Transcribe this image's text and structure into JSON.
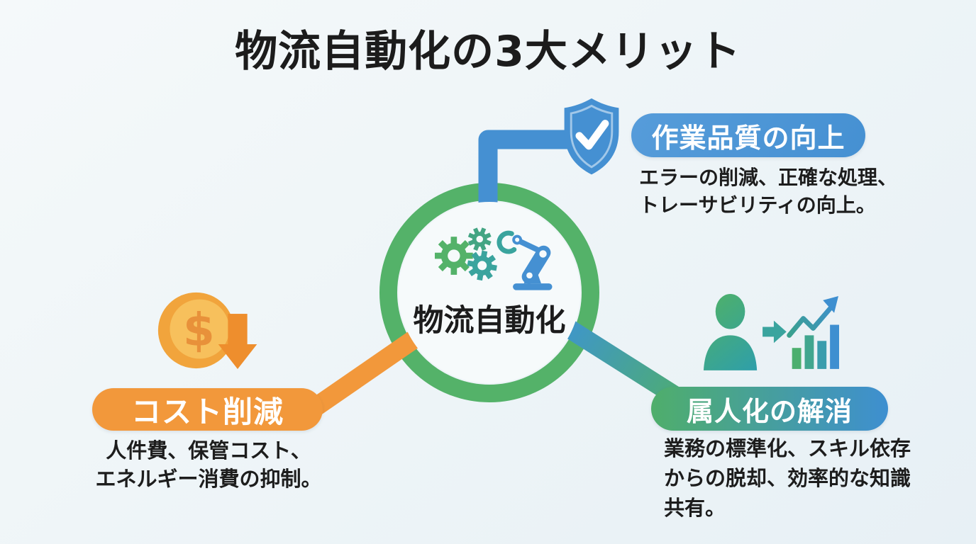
{
  "title": "物流自動化の3大メリット",
  "center": {
    "label": "物流自動化",
    "icon": "gears-robot-arm-icon"
  },
  "benefits": [
    {
      "id": "quality",
      "label": "作業品質の向上",
      "icon": "shield-check-icon",
      "desc_lines": [
        "エラーの削減、正確な処理、",
        "トレーサビリティの向上。"
      ]
    },
    {
      "id": "cost",
      "label": "コスト削減",
      "icon": "coin-down-arrow-icon",
      "desc_lines": [
        "人件費、保管コスト、",
        "エネルギー消費の抑制。"
      ]
    },
    {
      "id": "deskilling",
      "label": "属人化の解消",
      "icon": "person-growth-chart-icon",
      "desc_lines": [
        "業務の標準化、スキル依存",
        "からの脱却、効率的な知識",
        "共有。"
      ]
    }
  ],
  "colors": {
    "title_text": "#1c1c1c",
    "body_text": "#1d1d1d",
    "green": "#54B269",
    "blue": "#4590D2",
    "teal": "#3AA49E",
    "orange": "#F2983B",
    "orange_deep": "#EE8E2D",
    "coin_gold": "#F1A43C",
    "coin_face": "#F7C05C",
    "coin_symbol": "#E8913A",
    "pill_quality_bg": "#4590D2",
    "pill_cost_bg": "#F2983B",
    "pill_deskilling_from": "#4FAE6B",
    "pill_deskilling_to": "#3E8FD0",
    "pill_text": "#FFFFFF",
    "background_from": "#F5F9FA",
    "background_to": "#E7F0F5",
    "circle_fill": "#F6FAFB"
  }
}
